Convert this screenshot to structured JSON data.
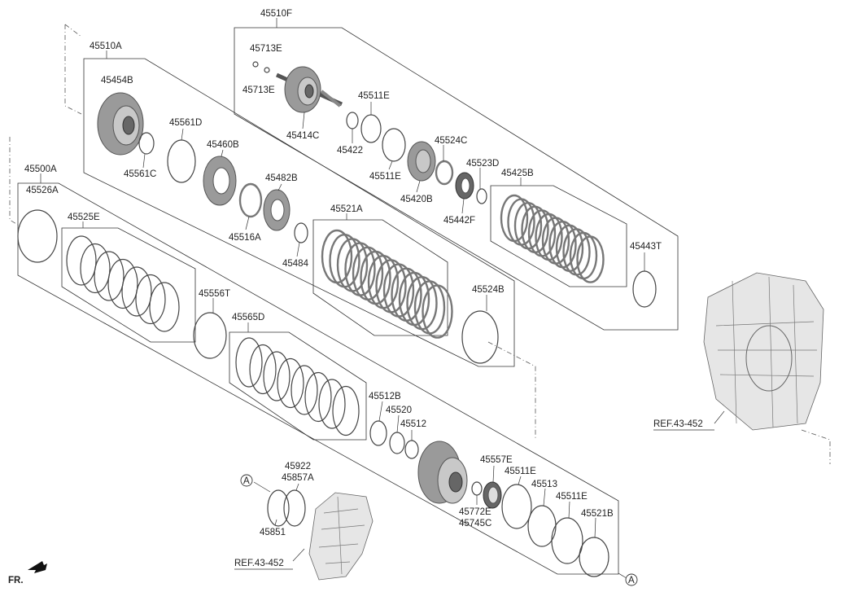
{
  "labels": {
    "p45510F": "45510F",
    "p45713E_top": "45713E",
    "p45713E_bot": "45713E",
    "p45414C": "45414C",
    "p45511E_a": "45511E",
    "p45422": "45422",
    "p45511E_b": "45511E",
    "p45524C": "45524C",
    "p45523D": "45523D",
    "p45425B": "45425B",
    "p45420B": "45420B",
    "p45442F": "45442F",
    "p45443T": "45443T",
    "p45510A": "45510A",
    "p45454B": "45454B",
    "p45561D": "45561D",
    "p45561C": "45561C",
    "p45460B": "45460B",
    "p45482B": "45482B",
    "p45516A": "45516A",
    "p45484": "45484",
    "p45521A": "45521A",
    "p45524B": "45524B",
    "p45500A": "45500A",
    "p45526A": "45526A",
    "p45525E": "45525E",
    "p45556T": "45556T",
    "p45565D": "45565D",
    "p45512B": "45512B",
    "p45520": "45520",
    "p45512": "45512",
    "p45557E": "45557E",
    "p45511E_c": "45511E",
    "p45513": "45513",
    "p45511E_d": "45511E",
    "p45521B": "45521B",
    "p45772E": "45772E",
    "p45745C": "45745C",
    "p45922": "45922",
    "p45857A": "45857A",
    "p45851": "45851",
    "ref_right": "REF.43-452",
    "ref_bottom": "REF.43-452",
    "marker_a_left": "A",
    "marker_a_right": "A",
    "fr": "FR."
  }
}
